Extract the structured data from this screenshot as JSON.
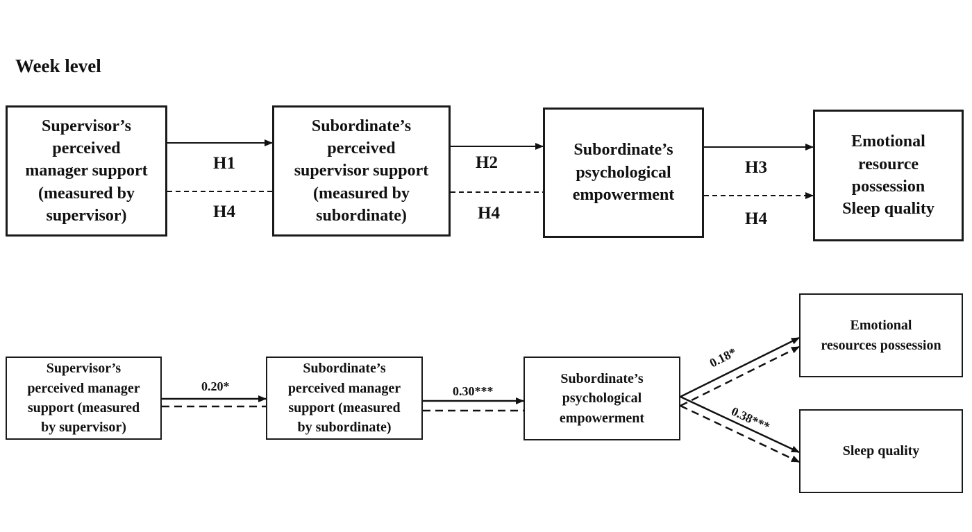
{
  "title": "Week level",
  "model": {
    "boxes": {
      "b1": "Supervisor’s\nperceived\nmanager support\n(measured by\nsupervisor)",
      "b2": "Subordinate’s\nperceived\nsupervisor support\n(measured by\nsubordinate)",
      "b3": "Subordinate’s\npsychological\nempowerment",
      "b4": "Emotional\nresource\npossession\nSleep quality"
    },
    "hypotheses": {
      "h1": "H1",
      "h2": "H2",
      "h3": "H3",
      "h4a": "H4",
      "h4b": "H4",
      "h4c": "H4"
    }
  },
  "results": {
    "boxes": {
      "r1": "Supervisor’s\nperceived manager\nsupport (measured\nby supervisor)",
      "r2": "Subordinate’s\nperceived manager\nsupport (measured\nby subordinate)",
      "r3": "Subordinate’s\npsychological\nempowerment",
      "r4": "Emotional\nresources possession",
      "r5": "Sleep quality"
    },
    "coefficients": {
      "c1": "0.20*",
      "c2": "0.30***",
      "c3": "0.18*",
      "c4": "0.38***"
    }
  }
}
